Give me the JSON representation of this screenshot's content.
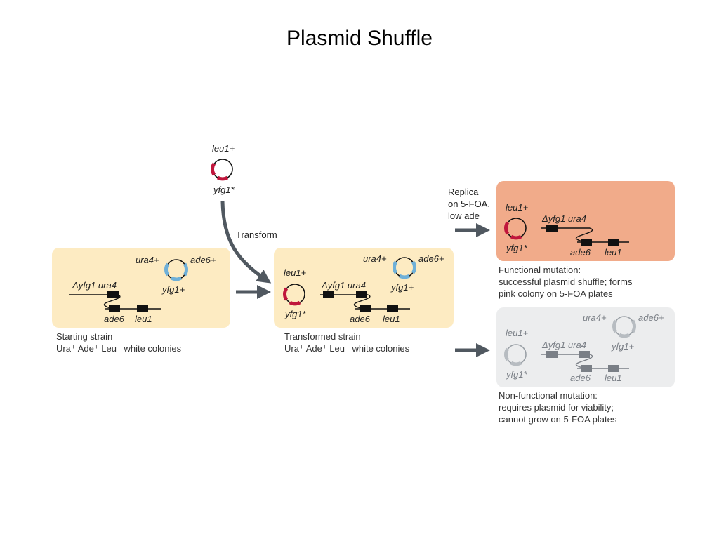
{
  "title": "Plasmid Shuffle",
  "colors": {
    "beige_panel": "#fdebc2",
    "pink_panel": "#f1ab8a",
    "grey_panel": "#ecedee",
    "plasmid_red": "#c0163c",
    "plasmid_blue": "#6fb0d8",
    "arrow_grey": "#505860",
    "greyed_element": "#9aa0a6"
  },
  "top_plasmid": {
    "marker": "leu1+",
    "gene": "yfg1*"
  },
  "transform_label": "Transform",
  "starting_strain": {
    "plasmid_marker_left": "ura4+",
    "plasmid_marker_right": "ade6+",
    "plasmid_gene": "yfg1+",
    "chrom_labels": [
      "Δyfg1 ura4",
      "ade6",
      "leu1"
    ],
    "caption": [
      "Starting strain",
      "Ura⁺ Ade⁺ Leu⁻ white colonies"
    ]
  },
  "transformed_strain": {
    "new_plasmid_marker": "leu1+",
    "new_plasmid_gene": "yfg1*",
    "plasmid_marker_left": "ura4+",
    "plasmid_marker_right": "ade6+",
    "plasmid_gene": "yfg1+",
    "chrom_labels": [
      "Δyfg1 ura4",
      "ade6",
      "leu1"
    ],
    "caption": [
      "Transformed strain",
      "Ura⁺ Ade⁺ Leu⁻ white colonies"
    ]
  },
  "replica_label": [
    "Replica",
    "on 5-FOA,",
    "low ade"
  ],
  "functional": {
    "plasmid_marker": "leu1+",
    "plasmid_gene": "yfg1*",
    "chrom_labels": [
      "Δyfg1 ura4",
      "ade6",
      "leu1"
    ],
    "caption": [
      "Functional mutation:",
      "successful plasmid shuffle; forms",
      "pink colony on 5-FOA plates"
    ]
  },
  "nonfunctional": {
    "plasmid_marker": "leu1+",
    "plasmid_gene": "yfg1*",
    "plasmid2_marker_left": "ura4+",
    "plasmid2_marker_right": "ade6+",
    "plasmid2_gene": "yfg1+",
    "chrom_labels": [
      "Δyfg1 ura4",
      "ade6",
      "leu1"
    ],
    "caption": [
      "Non-functional mutation:",
      "requires plasmid for viability;",
      "cannot grow on 5-FOA plates"
    ]
  }
}
